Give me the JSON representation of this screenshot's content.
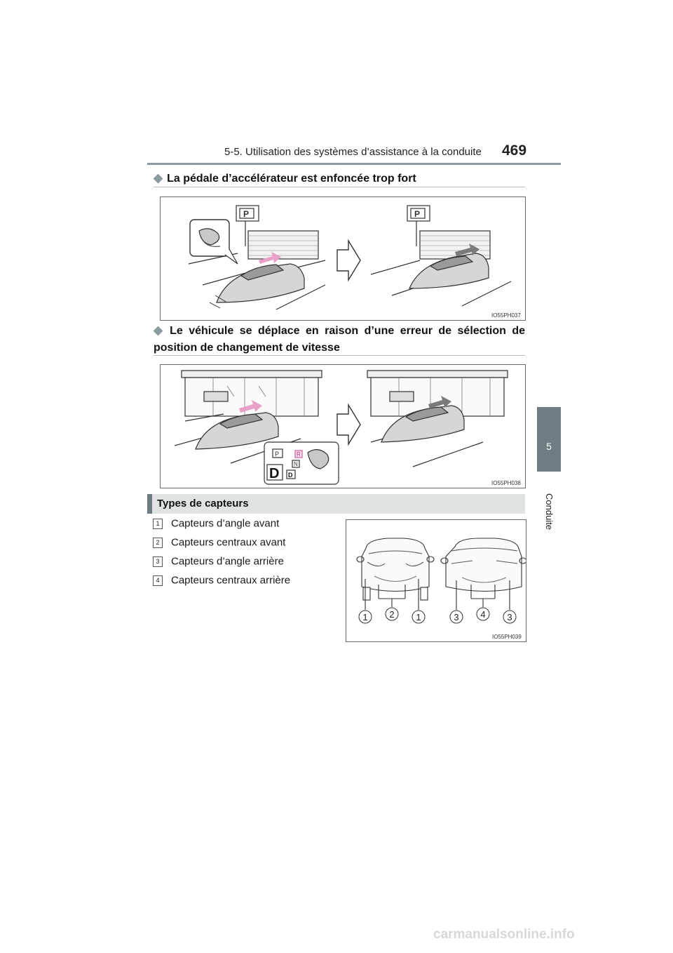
{
  "header": {
    "title": "5-5. Utilisation des systèmes d’assistance à la conduite",
    "page_number": "469"
  },
  "side_tab": {
    "number": "5",
    "label": "Conduite"
  },
  "sections": [
    {
      "heading": "La pédale d’accélérateur est enfoncée trop fort",
      "figure_code": "IO55PH037"
    },
    {
      "heading": "Le véhicule se déplace en raison d’une erreur de sélection de position de changement de vitesse",
      "figure_code": "IO55PH038",
      "gear_labels": [
        "P",
        "R",
        "N",
        "D",
        "D"
      ]
    }
  ],
  "types": {
    "title": "Types de capteurs",
    "items": [
      {
        "num": "1",
        "label": "Capteurs d’angle avant"
      },
      {
        "num": "2",
        "label": "Capteurs centraux avant"
      },
      {
        "num": "3",
        "label": "Capteurs d’angle arrière"
      },
      {
        "num": "4",
        "label": "Capteurs centraux arrière"
      }
    ],
    "figure_code": "IO55PH039",
    "callouts": [
      "1",
      "2",
      "1",
      "3",
      "4",
      "3"
    ]
  },
  "colors": {
    "accent_gray": "#6f7d81",
    "rule_gray": "#8d9a9e",
    "banner_bg": "#dfe3e4",
    "arrow_pink": "#e9a0c8"
  },
  "watermark": "carmanualsonline.info"
}
